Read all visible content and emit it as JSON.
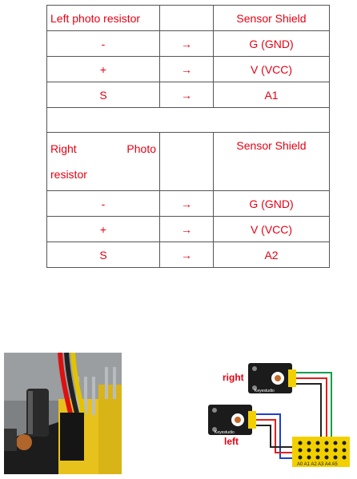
{
  "table": {
    "left": {
      "header": "Left photo resistor",
      "shield": "Sensor Shield",
      "rows": [
        {
          "pin": "-",
          "arrow": "→",
          "target": "G (GND)"
        },
        {
          "pin": "+",
          "arrow": "→",
          "target": "V (VCC)"
        },
        {
          "pin": "S",
          "arrow": "→",
          "target": "A1"
        }
      ]
    },
    "right": {
      "header_word1": "Right",
      "header_word2": "Photo",
      "header_word3": "resistor",
      "shield": "Sensor Shield",
      "rows": [
        {
          "pin": "-",
          "arrow": "→",
          "target": "G (GND)"
        },
        {
          "pin": "+",
          "arrow": "→",
          "target": "V (VCC)"
        },
        {
          "pin": "S",
          "arrow": "→",
          "target": "A2"
        }
      ]
    }
  },
  "diagram": {
    "label_right": "right",
    "label_left": "left",
    "module_brand": "Keyestudio",
    "shield_pins": "A0 A1 A2 A3 A4 A5"
  }
}
